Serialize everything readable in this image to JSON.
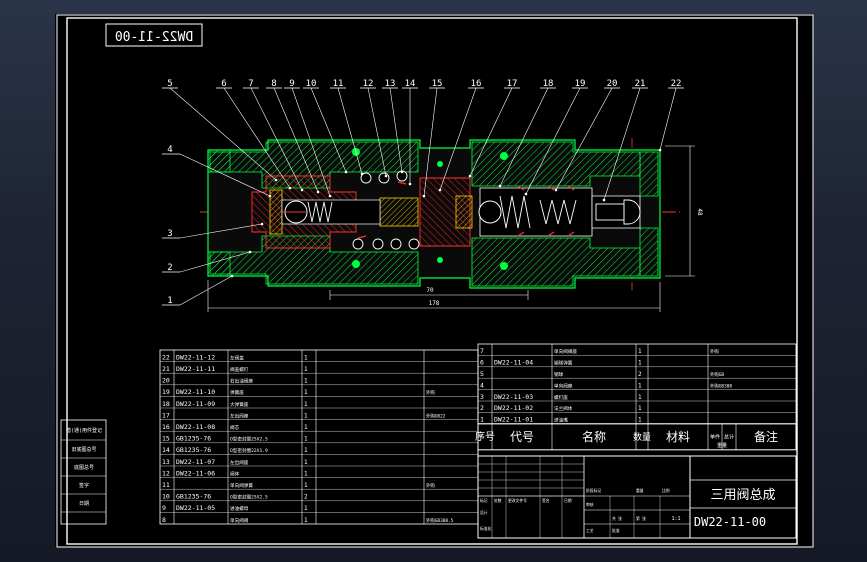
{
  "drawing_number_top": "DW22-11-00",
  "balloons": [
    "1",
    "2",
    "3",
    "4",
    "5",
    "6",
    "7",
    "8",
    "9",
    "10",
    "11",
    "12",
    "13",
    "14",
    "15",
    "16",
    "17",
    "18",
    "19",
    "20",
    "21",
    "22"
  ],
  "dimensions": {
    "d1": "70",
    "d2": "178",
    "d3": "48"
  },
  "bom_left": [
    {
      "no": "22",
      "code": "DW22-11-12",
      "name": "左阀盖",
      "qty": "1",
      "mat": "",
      "note": ""
    },
    {
      "no": "21",
      "code": "DW22-11-11",
      "name": "阀盖螺钉",
      "qty": "1",
      "mat": "",
      "note": ""
    },
    {
      "no": "20",
      "code": "",
      "name": "右出油阀座",
      "qty": "1",
      "mat": "",
      "note": ""
    },
    {
      "no": "19",
      "code": "DW22-11-10",
      "name": "弹簧座",
      "qty": "1",
      "mat": "",
      "note": "外购"
    },
    {
      "no": "18",
      "code": "DW22-11-09",
      "name": "大弹簧座",
      "qty": "1",
      "mat": "",
      "note": ""
    },
    {
      "no": "17",
      "code": "",
      "name": "左出阀座",
      "qty": "1",
      "mat": "",
      "note": "外购GB22"
    },
    {
      "no": "16",
      "code": "DW22-11-08",
      "name": "阀芯",
      "qty": "1",
      "mat": "",
      "note": ""
    },
    {
      "no": "15",
      "code": "GB1235-76",
      "name": "O型密封圈25X2.5",
      "qty": "1",
      "mat": "",
      "note": ""
    },
    {
      "no": "14",
      "code": "GB1235-76",
      "name": "O型密封圈22X1.9",
      "qty": "1",
      "mat": "",
      "note": ""
    },
    {
      "no": "13",
      "code": "DW22-11-07",
      "name": "左出阀座",
      "qty": "1",
      "mat": "",
      "note": ""
    },
    {
      "no": "12",
      "code": "DW22-11-06",
      "name": "阀体",
      "qty": "1",
      "mat": "",
      "note": ""
    },
    {
      "no": "11",
      "code": "",
      "name": "单向阀弹簧",
      "qty": "1",
      "mat": "",
      "note": "外购"
    },
    {
      "no": "10",
      "code": "GB1235-76",
      "name": "O型密封圈25X2.5",
      "qty": "2",
      "mat": "",
      "note": ""
    },
    {
      "no": "9",
      "code": "DW22-11-05",
      "name": "进油螺母",
      "qty": "1",
      "mat": "",
      "note": ""
    },
    {
      "no": "8",
      "code": "",
      "name": "单向阀阀",
      "qty": "1",
      "mat": "",
      "note": "外购GB308.5"
    }
  ],
  "bom_right": [
    {
      "no": "7",
      "code": "",
      "name": "单向阀阀座",
      "qty": "1",
      "mat": "",
      "note": "外购"
    },
    {
      "no": "6",
      "code": "DW22-11-04",
      "name": "钢球弹簧",
      "qty": "1",
      "mat": "",
      "note": ""
    },
    {
      "no": "5",
      "code": "",
      "name": "钢球",
      "qty": "2",
      "mat": "",
      "note": "外购GB"
    },
    {
      "no": "4",
      "code": "",
      "name": "单向阀座",
      "qty": "1",
      "mat": "",
      "note": "外购GB308"
    },
    {
      "no": "3",
      "code": "DW22-11-03",
      "name": "螺钉座",
      "qty": "1",
      "mat": "",
      "note": ""
    },
    {
      "no": "2",
      "code": "DW22-11-02",
      "name": "法兰阀体",
      "qty": "1",
      "mat": "",
      "note": ""
    },
    {
      "no": "1",
      "code": "DW22-11-01",
      "name": "进油嘴",
      "qty": "1",
      "mat": "",
      "note": ""
    }
  ],
  "bom_header": {
    "no": "序号",
    "code": "代号",
    "name": "名称",
    "qty": "数量",
    "mat": "材料",
    "unit_wt": "单件",
    "total_wt": "总计",
    "weight": "重量",
    "note": "备注"
  },
  "title_block": {
    "title": "三用阀总成",
    "drawing_no": "DW22-11-00",
    "scale": "1:1",
    "labels": [
      "标记",
      "处数",
      "更改文件号",
      "签名",
      "日期",
      "设计",
      "标准化",
      "审核",
      "工艺",
      "批准",
      "阶段标记",
      "重量",
      "比例",
      "共 张",
      "第 张"
    ]
  },
  "left_side_labels": [
    "借(通)用件登记",
    "旧底图总号",
    "底图总号",
    "签字",
    "日期"
  ]
}
